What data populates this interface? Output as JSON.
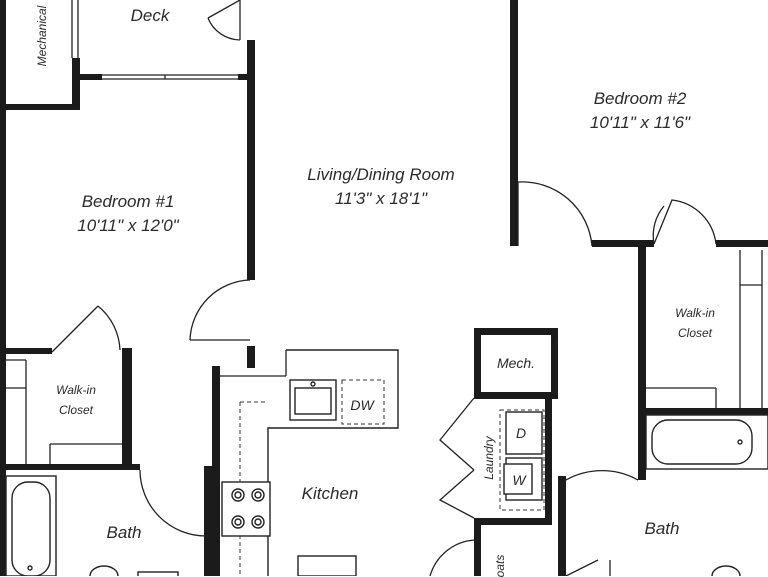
{
  "plan": {
    "rooms": {
      "deck": {
        "name": "Deck"
      },
      "mechanical": {
        "name": "Mechanical"
      },
      "living": {
        "name": "Living/Dining Room",
        "dims": "11'3\" x 18'1\""
      },
      "bedroom1": {
        "name": "Bedroom #1",
        "dims": "10'11\" x 12'0\""
      },
      "bedroom2": {
        "name": "Bedroom #2",
        "dims": "10'11\" x 11'6\""
      },
      "walkin_left": {
        "name_line1": "Walk-in",
        "name_line2": "Closet"
      },
      "walkin_right": {
        "name_line1": "Walk-in",
        "name_line2": "Closet"
      },
      "bath_left": {
        "name": "Bath"
      },
      "bath_right": {
        "name": "Bath"
      },
      "kitchen": {
        "name": "Kitchen"
      },
      "mech": {
        "name": "Mech."
      },
      "laundry": {
        "name": "Laundry"
      },
      "coats": {
        "name": "oats"
      }
    },
    "appliances": {
      "dishwasher": "DW",
      "dryer": "D",
      "washer": "W"
    },
    "colors": {
      "wall": "#1b1b1b",
      "fixture_fill": "#d9d9d9",
      "background": "#ffffff"
    }
  }
}
